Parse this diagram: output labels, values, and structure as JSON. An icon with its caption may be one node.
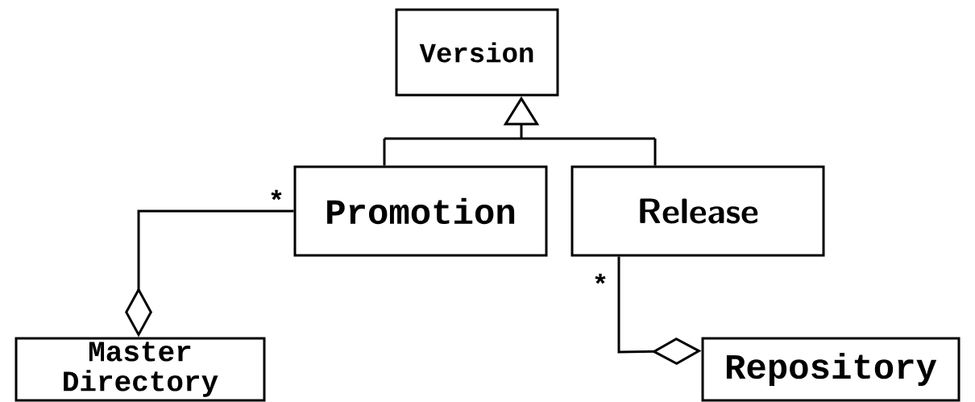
{
  "diagram": {
    "nodes": [
      {
        "text": [
          "Version"
        ]
      },
      {
        "text": [
          "Promotion"
        ]
      },
      {
        "text": [
          "Release"
        ]
      },
      {
        "text": [
          "Master Directory"
        ]
      },
      {
        "text": [
          "Repository"
        ]
      }
    ],
    "edges": [
      {
        "from": 1,
        "to": 0,
        "arrow": "to"
      },
      {
        "from": 2,
        "to": 0,
        "arrow": "to"
      },
      {
        "from": 1,
        "to": 3,
        "arrow": "other",
        "label": "*"
      },
      {
        "from": 2,
        "to": 4,
        "arrow": "other",
        "label": "*"
      }
    ]
  }
}
